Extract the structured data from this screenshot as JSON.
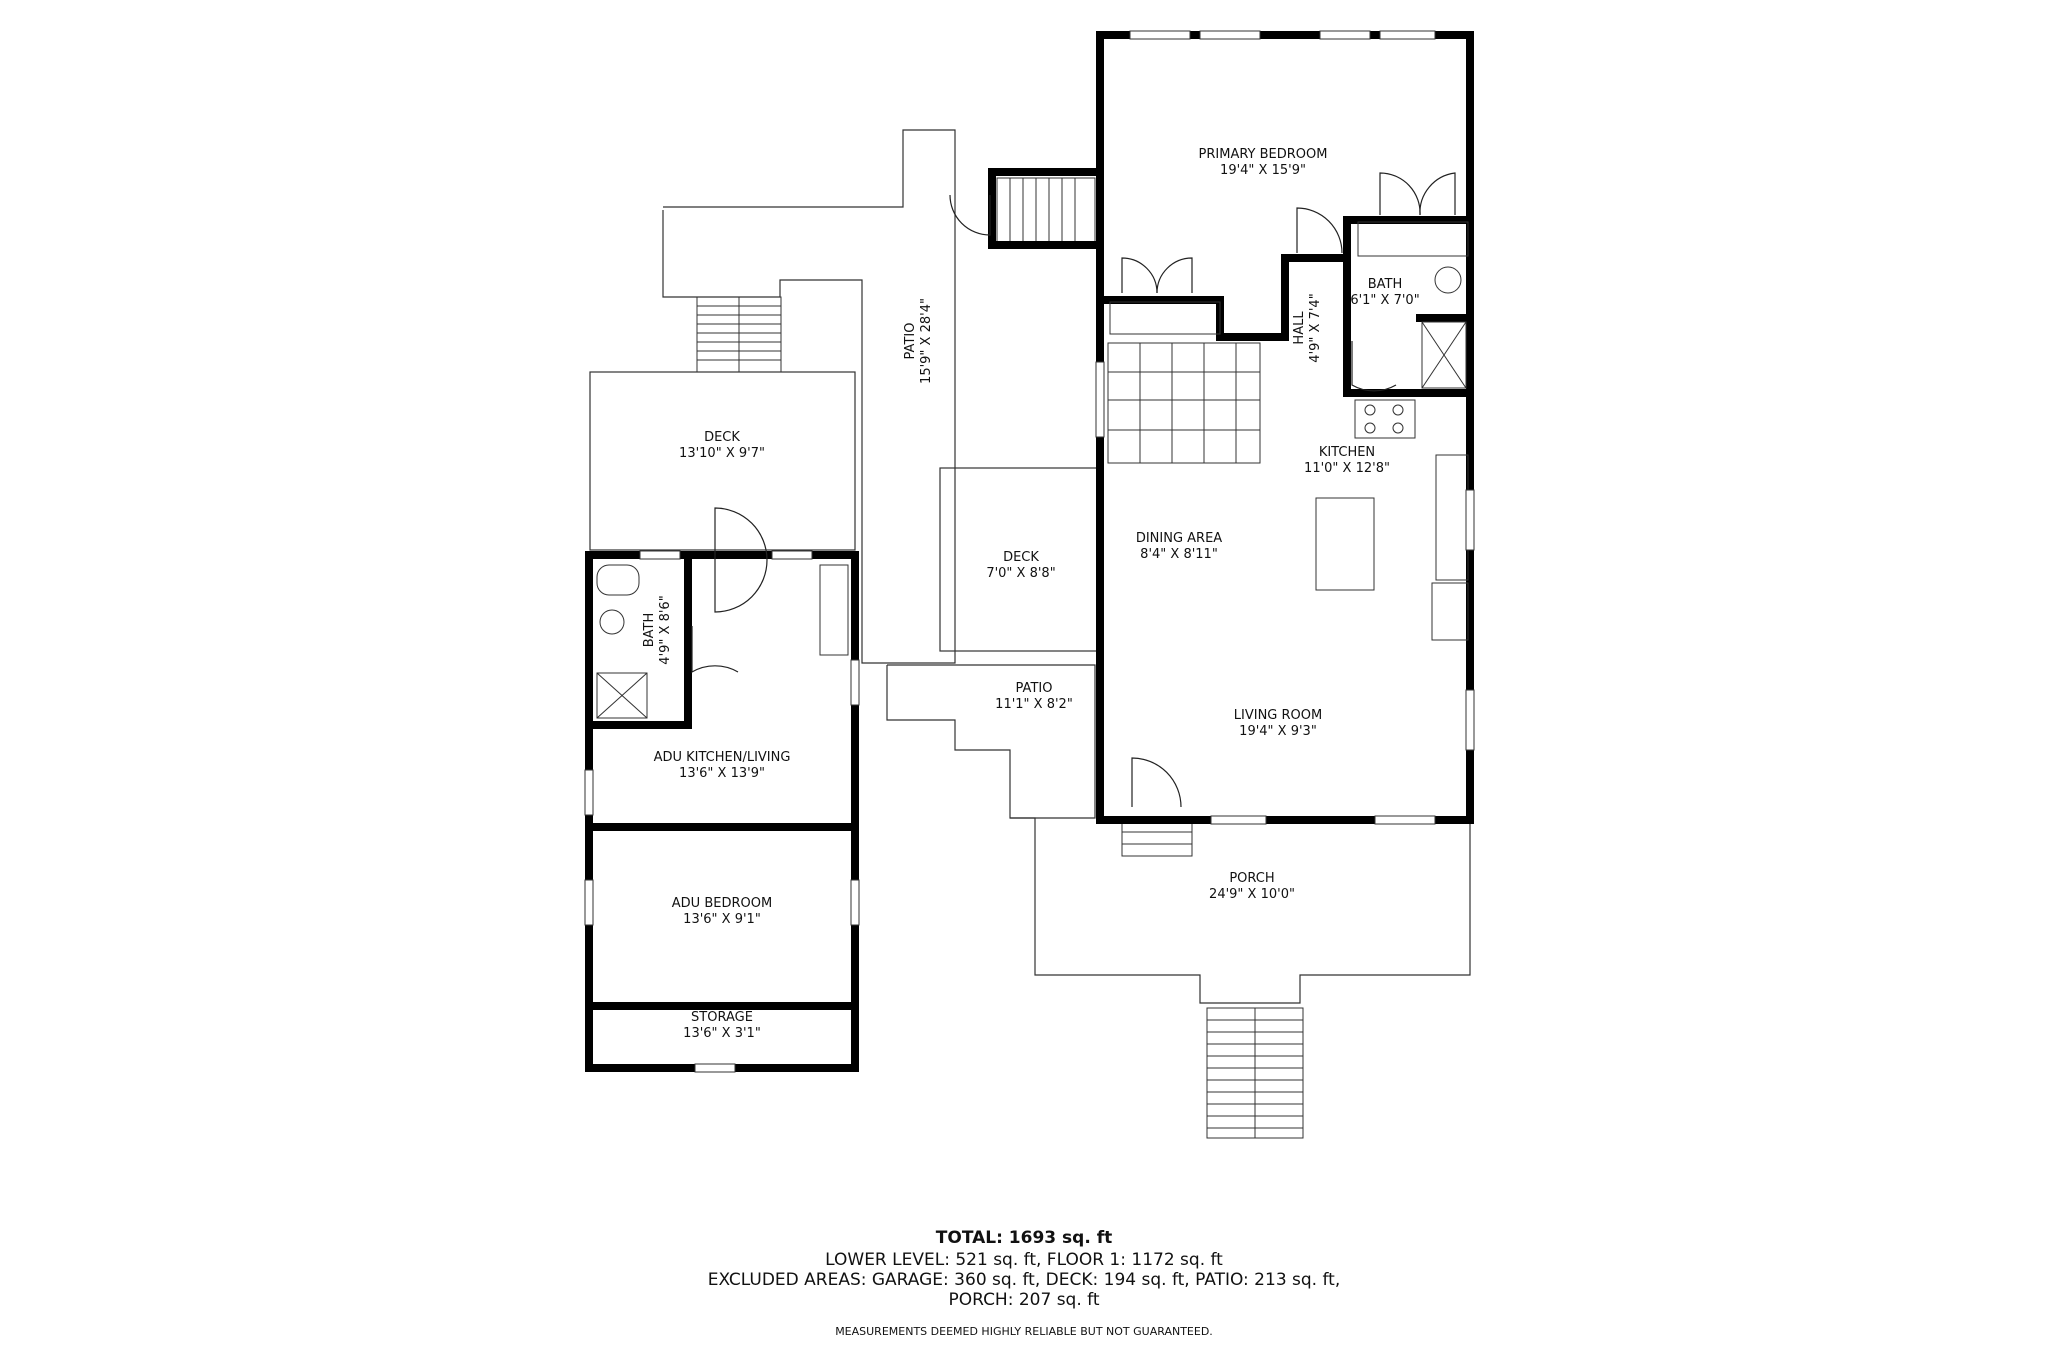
{
  "rooms": [
    {
      "name": "PRIMARY BEDROOM",
      "dims": "19'4\" X 15'9\""
    },
    {
      "name": "BATH",
      "dims": "6'1\" X 7'0\""
    },
    {
      "name": "HALL",
      "dims": "4'9\" X 7'4\""
    },
    {
      "name": "KITCHEN",
      "dims": "11'0\" X 12'8\""
    },
    {
      "name": "DINING AREA",
      "dims": "8'4\" X 8'11\""
    },
    {
      "name": "DECK",
      "dims": "7'0\" X 8'8\""
    },
    {
      "name": "PATIO",
      "dims": "15'9\" X 28'4\""
    },
    {
      "name": "DECK",
      "dims": "13'10\" X 9'7\""
    },
    {
      "name": "BATH",
      "dims": "4'9\" X 8'6\""
    },
    {
      "name": "PATIO",
      "dims": "11'1\" X 8'2\""
    },
    {
      "name": "LIVING ROOM",
      "dims": "19'4\" X 9'3\""
    },
    {
      "name": "ADU KITCHEN/LIVING",
      "dims": "13'6\" X 13'9\""
    },
    {
      "name": "PORCH",
      "dims": "24'9\" X 10'0\""
    },
    {
      "name": "ADU BEDROOM",
      "dims": "13'6\" X 9'1\""
    },
    {
      "name": "STORAGE",
      "dims": "13'6\" X 3'1\""
    }
  ],
  "footer": {
    "total": "TOTAL: 1693 sq. ft",
    "line1": "LOWER LEVEL: 521 sq. ft, FLOOR 1: 1172 sq. ft",
    "line2": "EXCLUDED AREAS: GARAGE: 360 sq. ft, DECK: 194 sq. ft, PATIO: 213 sq. ft,",
    "line3": "PORCH: 207 sq. ft",
    "note": "MEASUREMENTS DEEMED HIGHLY RELIABLE BUT NOT GUARANTEED."
  }
}
